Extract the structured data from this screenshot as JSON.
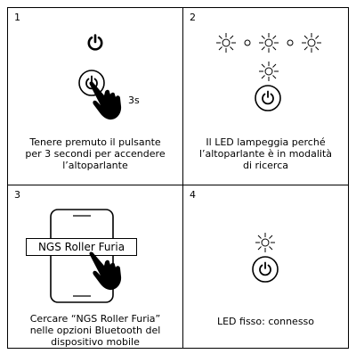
{
  "steps": [
    {
      "number": "1",
      "caption_lines": [
        "Tenere premuto il pulsante",
        "per 3 secondi per accendere",
        "l’altoparlante"
      ],
      "duration_label": "3s"
    },
    {
      "number": "2",
      "caption_lines": [
        "Il LED lampeggia perché",
        "l’altoparlante è in modalità",
        "di ricerca"
      ]
    },
    {
      "number": "3",
      "caption_lines": [
        "Cercare “NGS Roller Furia”",
        "nelle opzioni Bluetooth del",
        "dispositivo mobile"
      ],
      "device_label": "NGS Roller Furia"
    },
    {
      "number": "4",
      "caption_lines": [
        "LED fisso: connesso"
      ]
    }
  ],
  "icons": {
    "power": "power-icon",
    "led": "led-light-icon",
    "hand": "hand-pointer-icon",
    "phone": "smartphone-icon"
  }
}
